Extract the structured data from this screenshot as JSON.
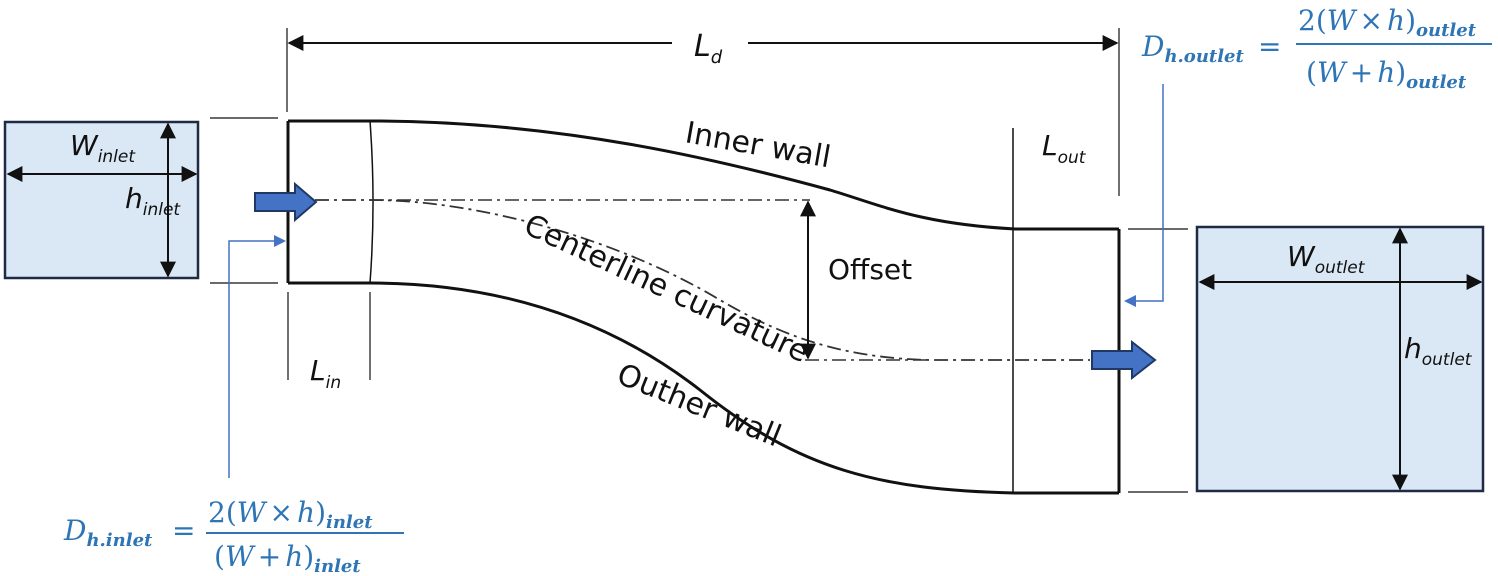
{
  "labels": {
    "length_duct": {
      "main": "L",
      "sub": "d"
    },
    "length_in": {
      "main": "L",
      "sub": "in"
    },
    "length_out": {
      "main": "L",
      "sub": "out"
    },
    "inner_wall": "Inner wall",
    "outer_wall": "Outher wall",
    "centerline": "Centerline curvature",
    "offset": "Offset",
    "w_inlet": {
      "main": "W",
      "sub": "inlet"
    },
    "h_inlet": {
      "main": "h",
      "sub": "inlet"
    },
    "w_outlet": {
      "main": "W",
      "sub": "outlet"
    },
    "h_outlet": {
      "main": "h",
      "sub": "outlet"
    }
  },
  "equations": {
    "outlet": {
      "lhs_main": "D",
      "lhs_sub": "h.outlet",
      "equals": "=",
      "num_coef": "2",
      "num_open": "(",
      "num_w": "W",
      "num_times": "×",
      "num_h": "h",
      "num_close": ")",
      "num_sub": "outlet",
      "den_open": "(",
      "den_w": "W",
      "den_plus": "+",
      "den_h": "h",
      "den_close": ")",
      "den_sub": "outlet"
    },
    "inlet": {
      "lhs_main": "D",
      "lhs_sub": "h.inlet",
      "equals": "=",
      "num_coef": "2",
      "num_open": "(",
      "num_w": "W",
      "num_times": "×",
      "num_h": "h",
      "num_close": ")",
      "num_sub": "inlet",
      "den_open": "(",
      "den_w": "W",
      "den_plus": "+",
      "den_h": "h",
      "den_close": ")",
      "den_sub": "inlet"
    }
  },
  "colors": {
    "equation_blue": "#2e75b6",
    "arrow_fill": "#4472c4",
    "arrow_stroke": "#1f3864",
    "box_fill": "#dae8f6",
    "box_stroke": "#1f2a44",
    "line": "#111111",
    "leader_blue": "#4472c4"
  }
}
